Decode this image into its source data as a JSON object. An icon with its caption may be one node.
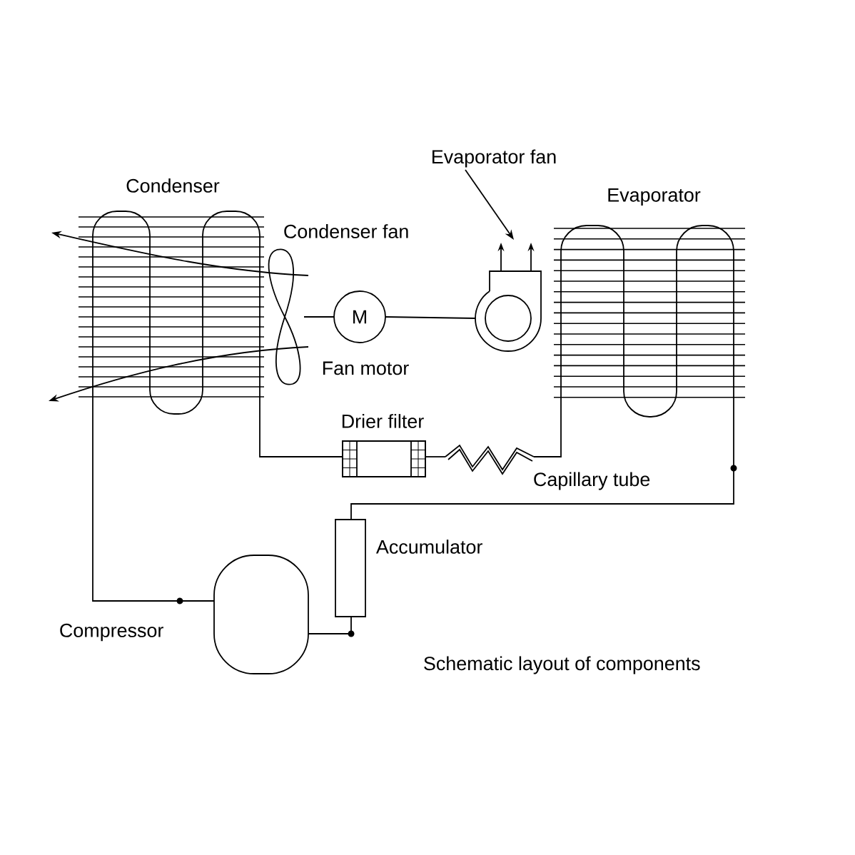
{
  "diagram": {
    "caption": "Schematic layout of components",
    "nodes": [
      {
        "text": [
          "Condenser"
        ]
      },
      {
        "text": [],
        "shape": "picture"
      },
      {
        "text": [
          "M"
        ],
        "beside": [
          "Fan motor"
        ]
      },
      {
        "text": [
          "Evaporator fan"
        ]
      },
      {
        "text": [],
        "shape": "picture"
      },
      {
        "text": [
          "Evaporator"
        ]
      },
      {
        "text": [
          "Drier filter"
        ]
      },
      {
        "text": [
          "Capillary tube"
        ]
      },
      {
        "text": [
          "Accumulator"
        ]
      },
      {
        "text": [
          "Compressor"
        ]
      }
    ],
    "labels": [
      "Condenser fan"
    ],
    "edges": [
      {
        "from": 9,
        "to": 0,
        "arrow": "none"
      },
      {
        "from": 0,
        "to": 6,
        "arrow": "none"
      },
      {
        "from": 6,
        "to": 7,
        "arrow": "none"
      },
      {
        "from": 7,
        "to": 5,
        "arrow": "none"
      },
      {
        "from": 5,
        "to": 8,
        "arrow": "none"
      },
      {
        "from": 8,
        "to": 9,
        "arrow": "none"
      },
      {
        "from": 1,
        "to": 2,
        "arrow": "none"
      },
      {
        "from": 2,
        "to": 4,
        "arrow": "none"
      },
      {
        "from": 3,
        "to": 4,
        "arrow": "to"
      }
    ]
  }
}
